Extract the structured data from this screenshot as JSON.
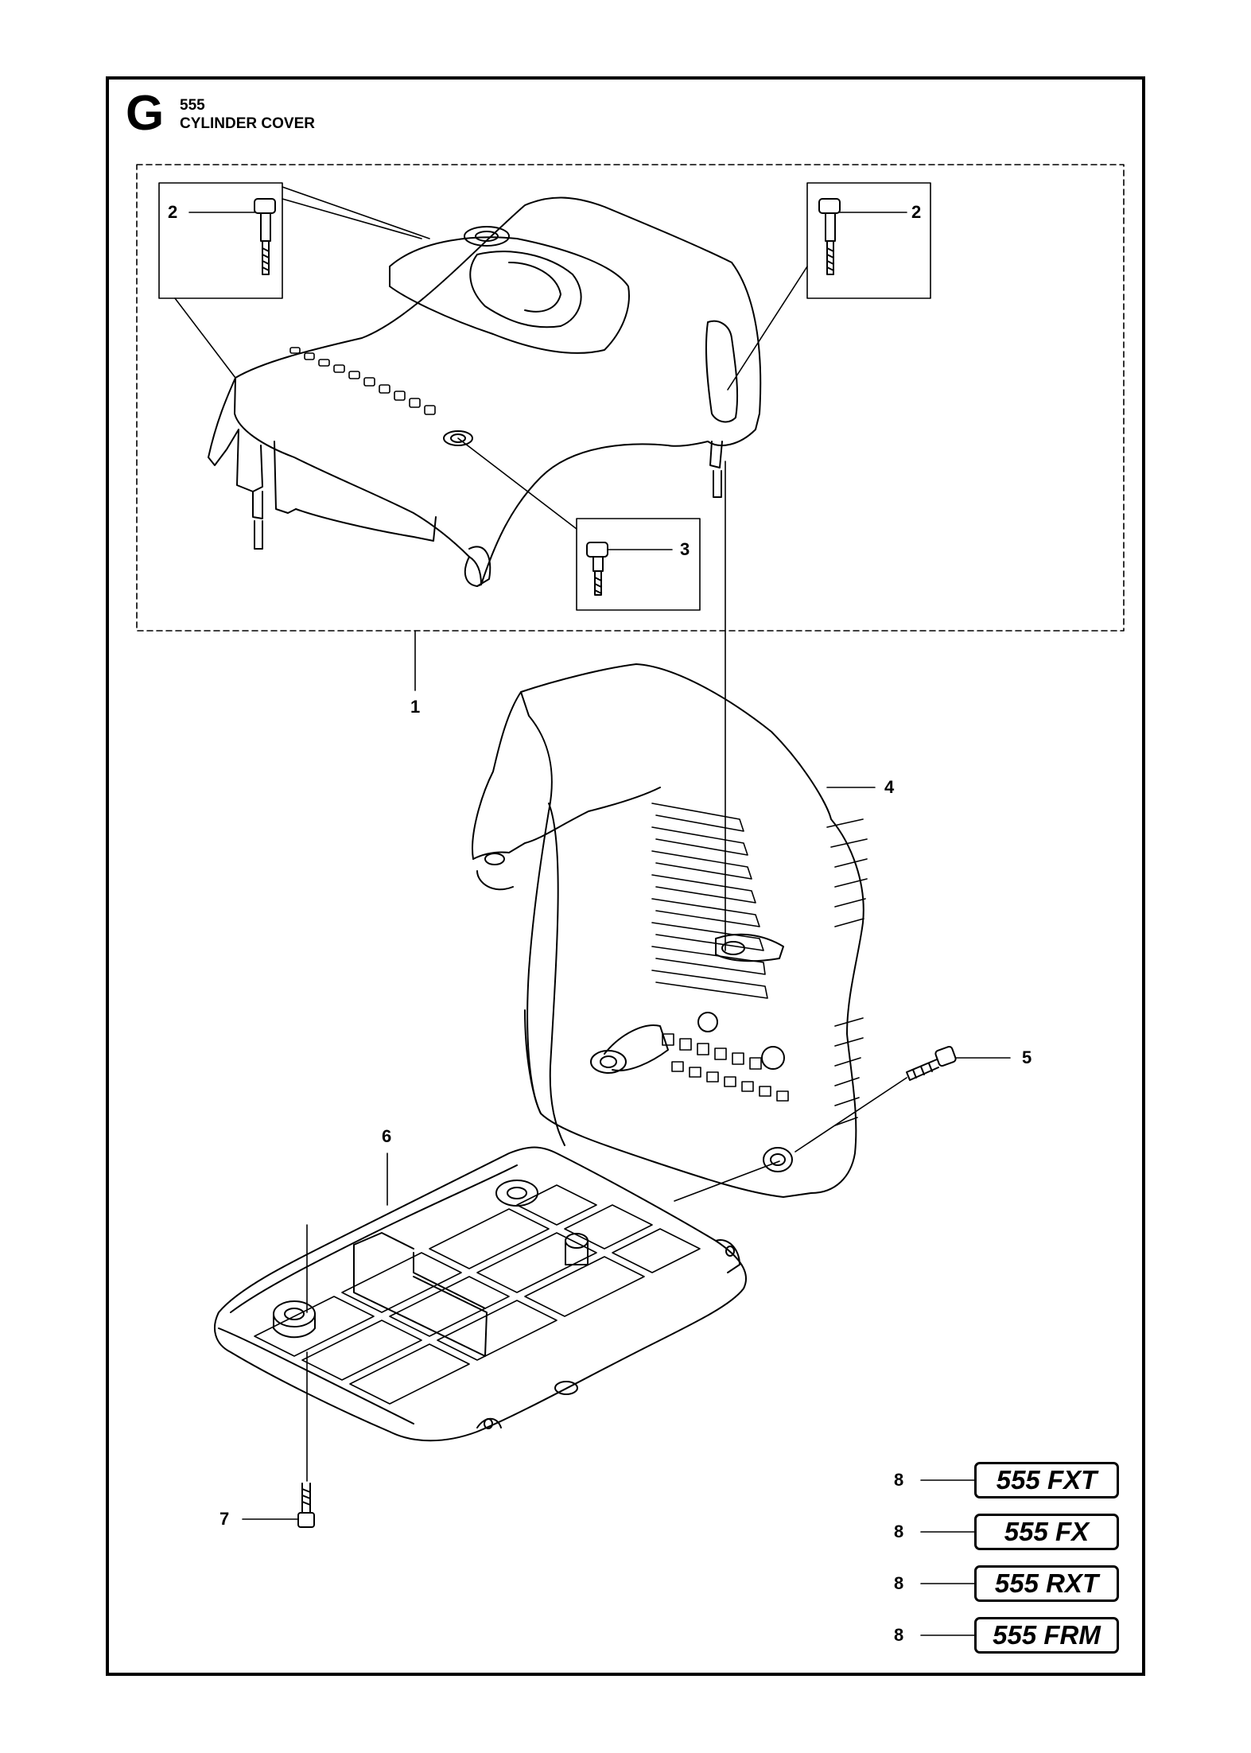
{
  "header": {
    "section_letter": "G",
    "model": "555",
    "title": "CYLINDER COVER"
  },
  "callouts": [
    "1",
    "2",
    "2",
    "3",
    "4",
    "5",
    "6",
    "7"
  ],
  "variants": [
    {
      "ref": "8",
      "label": "555 FXT"
    },
    {
      "ref": "8",
      "label": "555 FX"
    },
    {
      "ref": "8",
      "label": "555 RXT"
    },
    {
      "ref": "8",
      "label": "555 FRM"
    }
  ]
}
